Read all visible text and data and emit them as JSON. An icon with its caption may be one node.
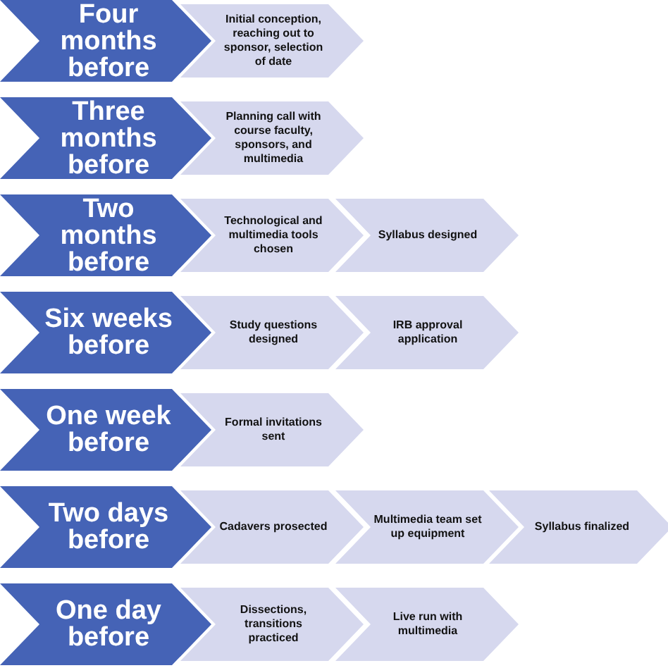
{
  "diagram": {
    "nodes": [
      {
        "text": [
          "Four months before"
        ]
      },
      {
        "text": [
          "Initial conception, reaching out to sponsor, selection of date"
        ]
      },
      {
        "text": [
          "Three months before"
        ]
      },
      {
        "text": [
          "Planning call with course faculty, sponsors, and multimedia"
        ]
      },
      {
        "text": [
          "Two months before"
        ]
      },
      {
        "text": [
          "Technological and multimedia tools chosen"
        ]
      },
      {
        "text": [
          "Syllabus designed"
        ]
      },
      {
        "text": [
          "Six weeks before"
        ]
      },
      {
        "text": [
          "Study questions designed"
        ]
      },
      {
        "text": [
          "IRB approval application"
        ]
      },
      {
        "text": [
          "One week before"
        ]
      },
      {
        "text": [
          "Formal invitations sent"
        ]
      },
      {
        "text": [
          "Two days before"
        ]
      },
      {
        "text": [
          "Cadavers prosected"
        ]
      },
      {
        "text": [
          "Multimedia team set up equipment"
        ]
      },
      {
        "text": [
          "Syllabus finalized"
        ]
      },
      {
        "text": [
          "One day before"
        ]
      },
      {
        "text": [
          "Dissections, transitions practiced"
        ]
      },
      {
        "text": [
          "Live run with multimedia"
        ]
      }
    ]
  }
}
